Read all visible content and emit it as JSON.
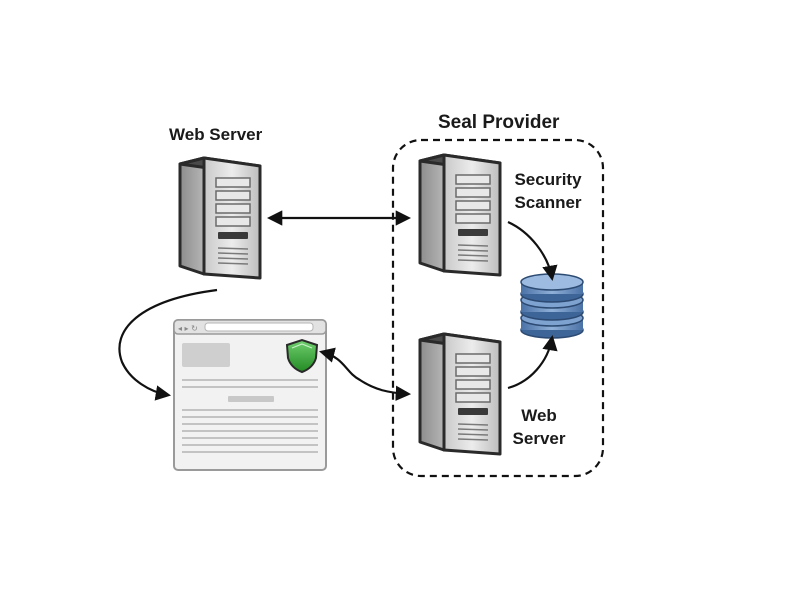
{
  "labels": {
    "web_server_left": "Web Server",
    "seal_provider": "Seal Provider",
    "security_scanner_line1": "Security",
    "security_scanner_line2": "Scanner",
    "web_server_right_line1": "Web",
    "web_server_right_line2": "Server"
  },
  "icons": {
    "server": "server-tower-icon",
    "database": "database-icon",
    "browser": "browser-window-icon",
    "seal": "security-seal-shield-icon"
  },
  "colors": {
    "server_body": "#d2d2d2",
    "server_dark": "#3a3a3a",
    "database_blue": "#5f86b8",
    "shield_green": "#3aa63a",
    "group_border": "#111111",
    "arrow": "#111111"
  }
}
